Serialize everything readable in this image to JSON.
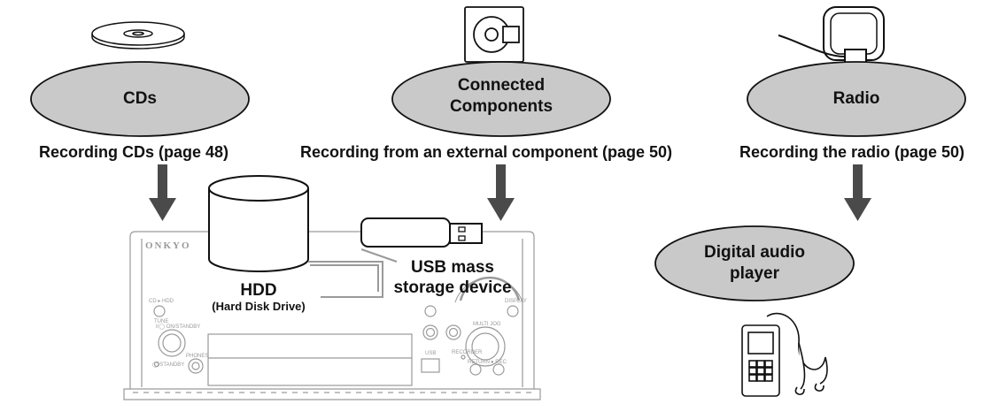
{
  "sources": {
    "cds": {
      "name": "CDs",
      "caption": "Recording CDs (page 48)"
    },
    "components": {
      "name_line1": "Connected",
      "name_line2": "Components",
      "caption": "Recording from an external component (page 50)"
    },
    "radio": {
      "name": "Radio",
      "caption": "Recording the radio (page 50)"
    }
  },
  "device": {
    "brand": "ONKYO",
    "hdd_label": "HDD",
    "hdd_sublabel": "(Hard Disk Drive)",
    "usb_label_line1": "USB mass",
    "usb_label_line2": "storage device",
    "panel_labels": {
      "input": "CD ▸ HDD",
      "tune": "TUNE",
      "on_standby": "I/◯ ON/STANDBY",
      "standby": "◯ STANDBY",
      "phones": "PHONES",
      "usb": "USB",
      "display": "DISPLAY",
      "return": "RETURN",
      "multi_jog": "MULTI JOG",
      "recorder": "RECORDER",
      "rec": "● REC"
    }
  },
  "player": {
    "name_line1": "Digital audio",
    "name_line2": "player"
  },
  "colors": {
    "bubble_fill": "#c9c9c9",
    "arrow": "#4a4a4a",
    "outline": "#111111",
    "device_line": "#9a9a9a"
  }
}
